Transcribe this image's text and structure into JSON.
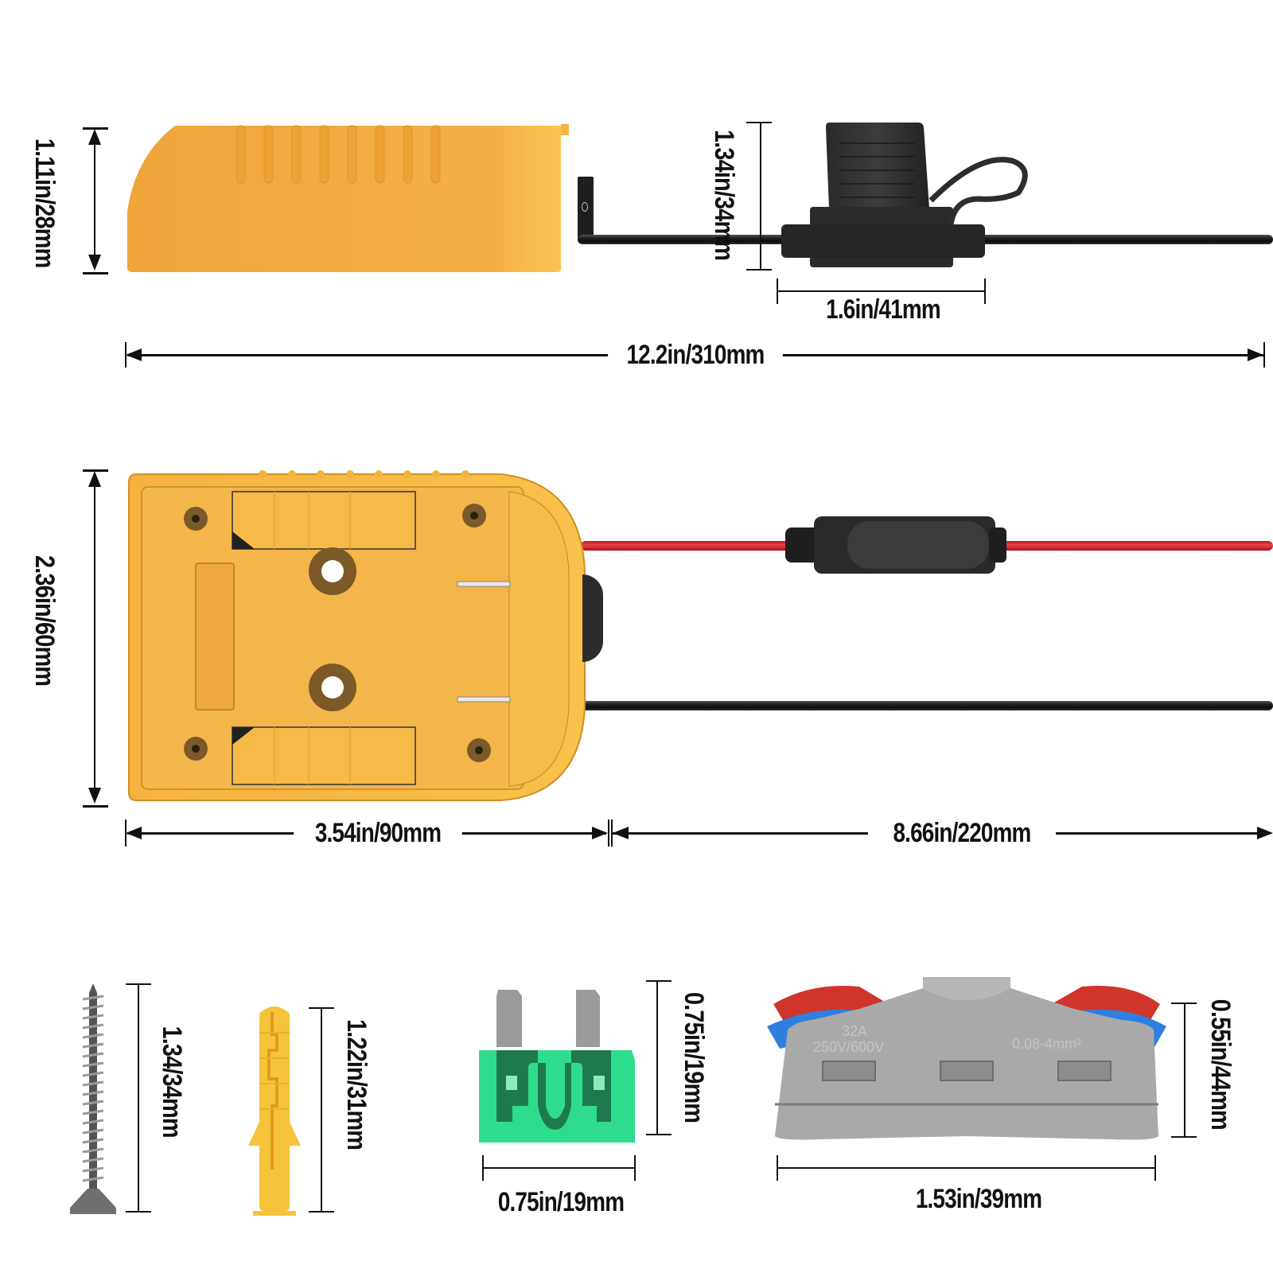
{
  "title": "Battery adapter dimensions diagram",
  "colors": {
    "adapter_yellow": "#F2AE3F",
    "adapter_yellow_light": "#F9C44F",
    "cable_red": "#D9303A",
    "cable_black": "#151515",
    "fuse_green": "#2BD98A",
    "connector_gray": "#A9A9A9",
    "lever_red": "#D0352B",
    "lever_blue": "#2F7FE0",
    "dimension_line": "#111111"
  },
  "side_view": {
    "height_label": "1.11in/28mm",
    "fuse_holder_height_label": "1.34in/34mm",
    "fuse_holder_width_label": "1.6in/41mm",
    "total_length_label": "12.2in/310mm"
  },
  "top_view": {
    "height_label": "2.36in/60mm",
    "body_length_label": "3.54in/90mm",
    "cable_length_label": "8.66in/220mm"
  },
  "accessories": [
    {
      "name": "screw",
      "label": "1.34/34mm"
    },
    {
      "name": "wall-anchor",
      "label": "1.22in/31mm"
    },
    {
      "name": "blade-fuse",
      "height_label": "0.75in/19mm",
      "width_label": "0.75in/19mm"
    },
    {
      "name": "wire-connector",
      "height_label": "0.55in/44mm",
      "width_label": "1.53in/39mm",
      "markings": [
        "32A",
        "250V/600V",
        "0.08-4mm²"
      ]
    }
  ]
}
